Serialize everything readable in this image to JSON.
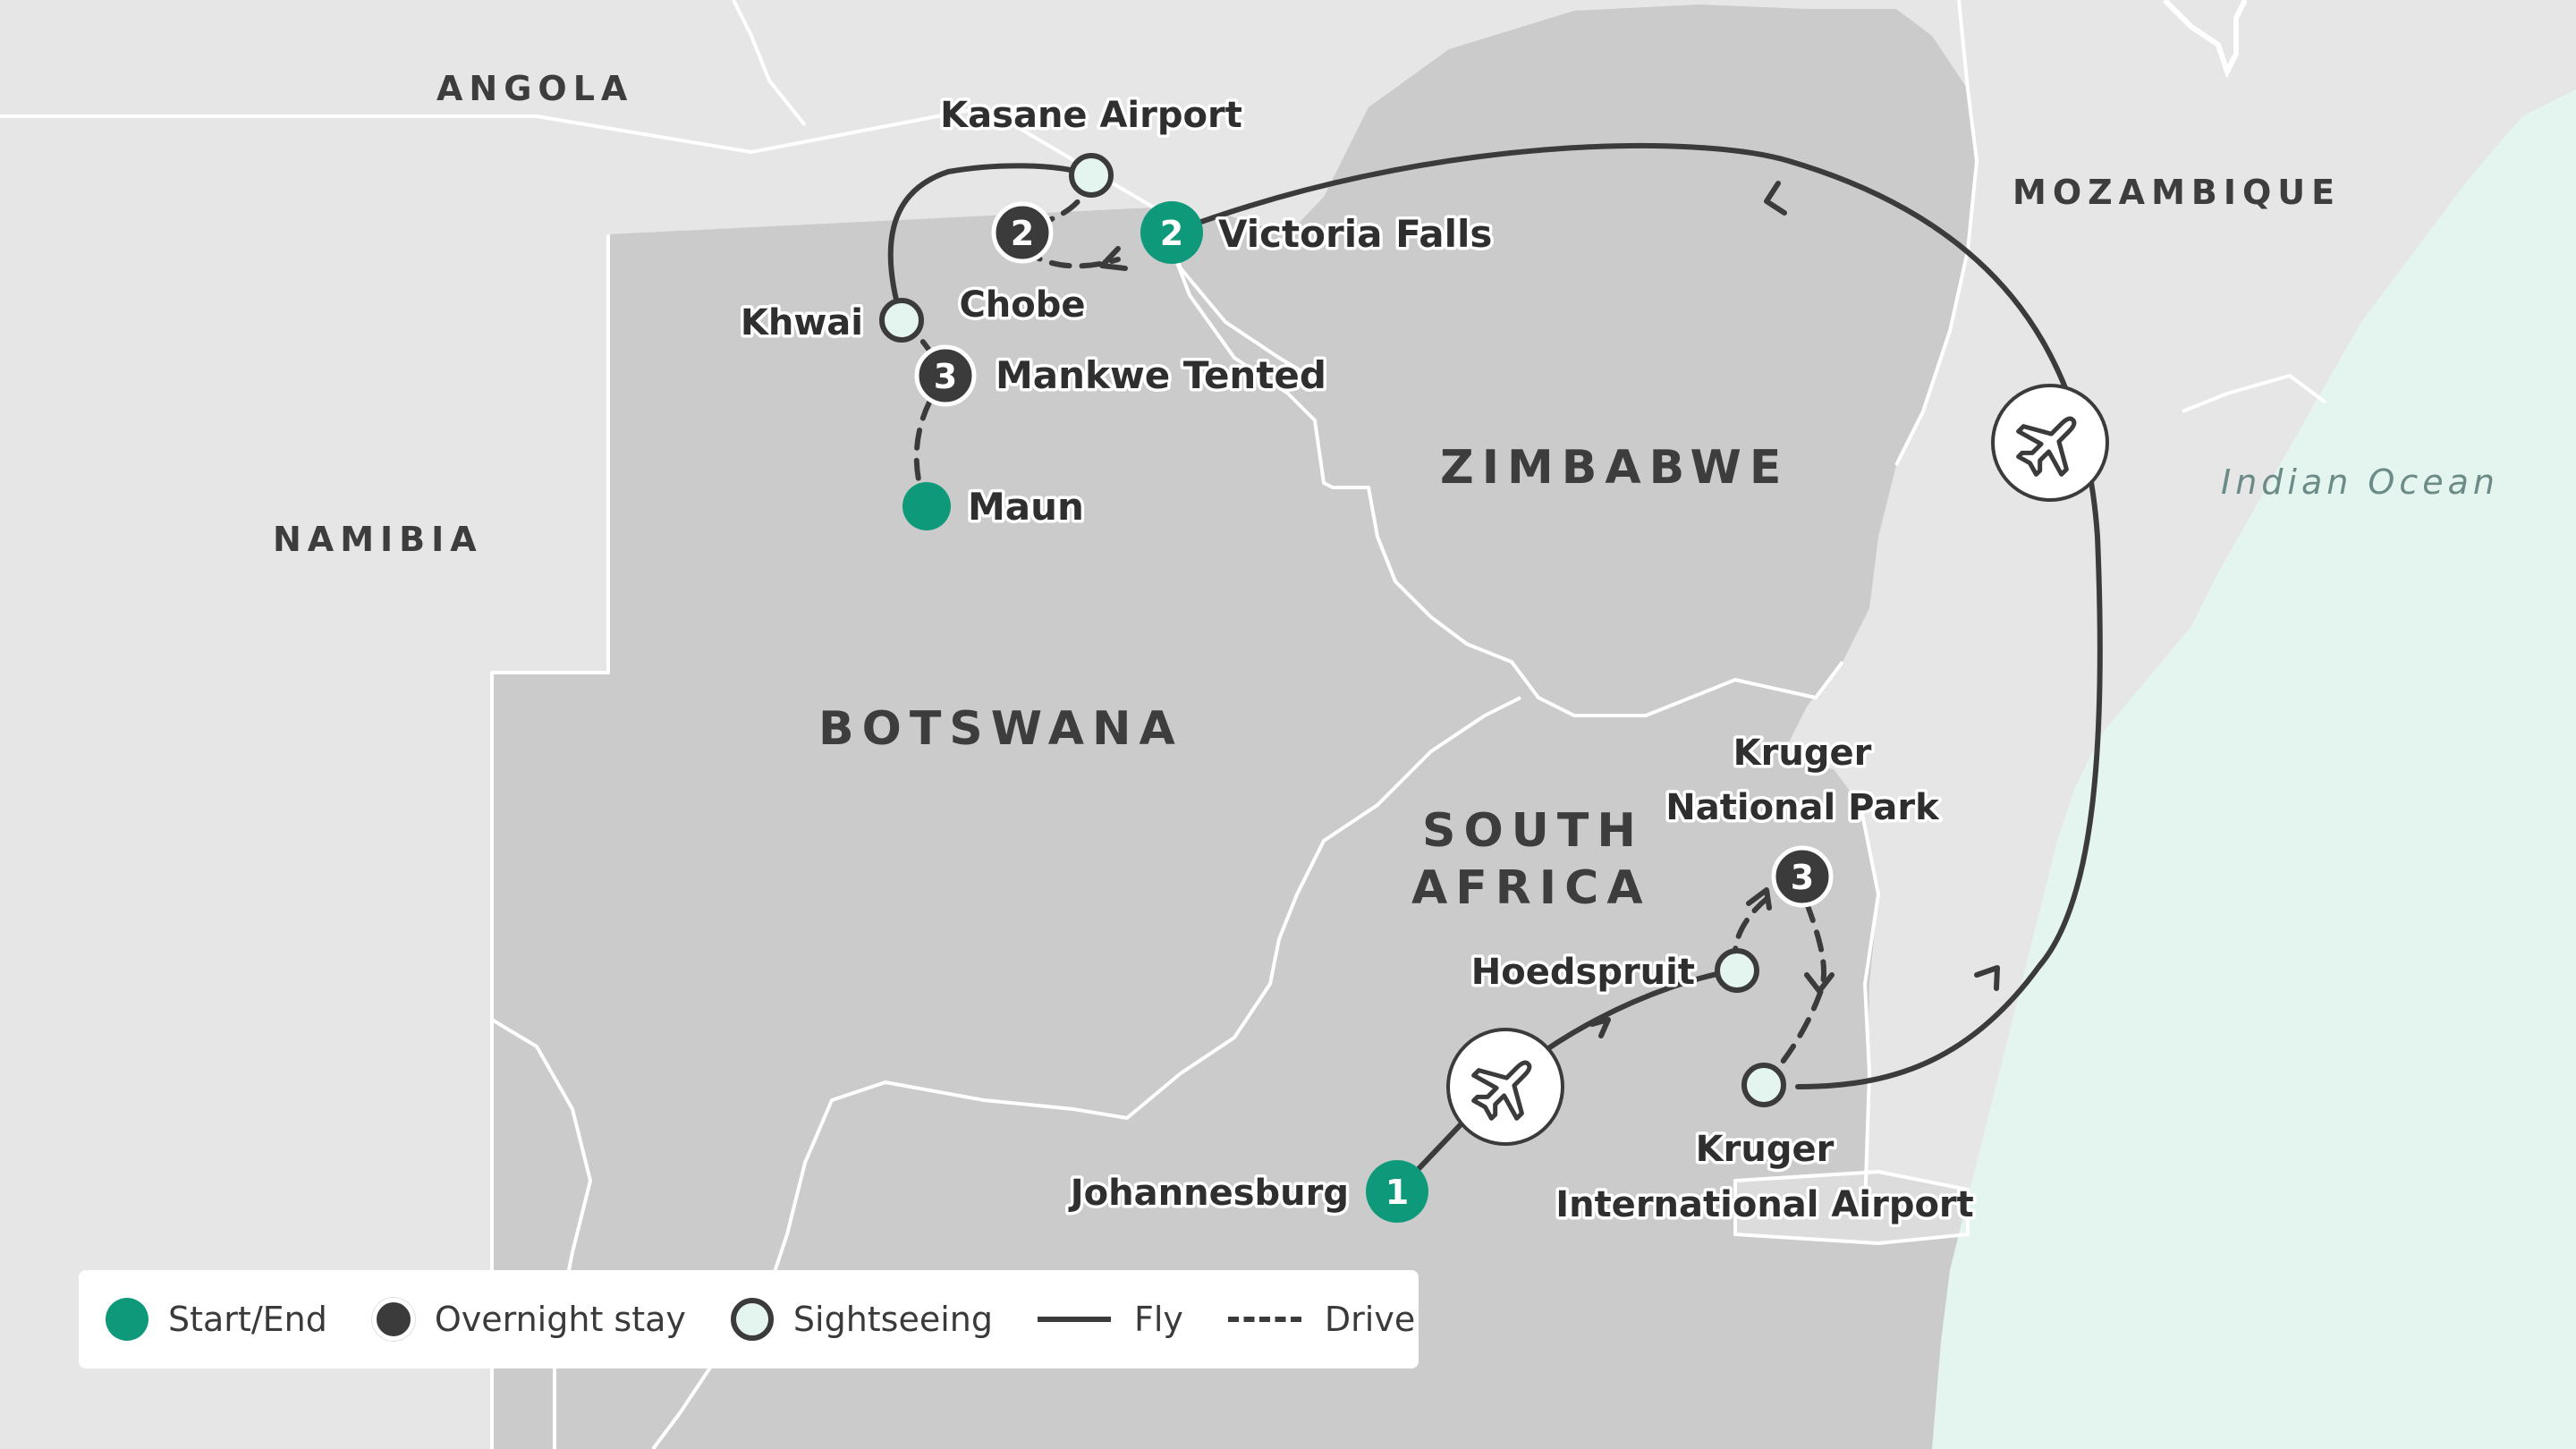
{
  "map": {
    "countries": [
      "ANGOLA",
      "NAMIBIA",
      "BOTSWANA",
      "ZIMBABWE",
      "MOZAMBIQUE",
      "SOUTH",
      "AFRICA"
    ],
    "ocean": "Indian Ocean",
    "places": {
      "kasane": "Kasane Airport",
      "victoria": "Victoria Falls",
      "chobe": "Chobe",
      "khwai": "Khwai",
      "mankwe": "Mankwe Tented",
      "maun": "Maun",
      "kruger_np_1": "Kruger",
      "kruger_np_2": "National Park",
      "hoedspruit": "Hoedspruit",
      "johannesburg": "Johannesburg",
      "kruger_ap_1": "Kruger",
      "kruger_ap_2": "International Airport"
    },
    "nights": {
      "victoria": "2",
      "chobe": "2",
      "mankwe": "3",
      "johannesburg": "1",
      "kruger": "3"
    },
    "icons": [
      "plane-icon",
      "plane-icon"
    ]
  },
  "legend": {
    "start_end": "Start/End",
    "overnight": "Overnight stay",
    "sightseeing": "Sightseeing",
    "fly": "Fly",
    "drive": "Drive"
  },
  "colors": {
    "start_end": "#0e9a7a",
    "overnight": "#3b3b3b",
    "sightseeing": "#e4f5ef",
    "ocean": "#e4f5ef",
    "land_dark": "#cbcbcb",
    "land_light": "#e6e6e6"
  }
}
